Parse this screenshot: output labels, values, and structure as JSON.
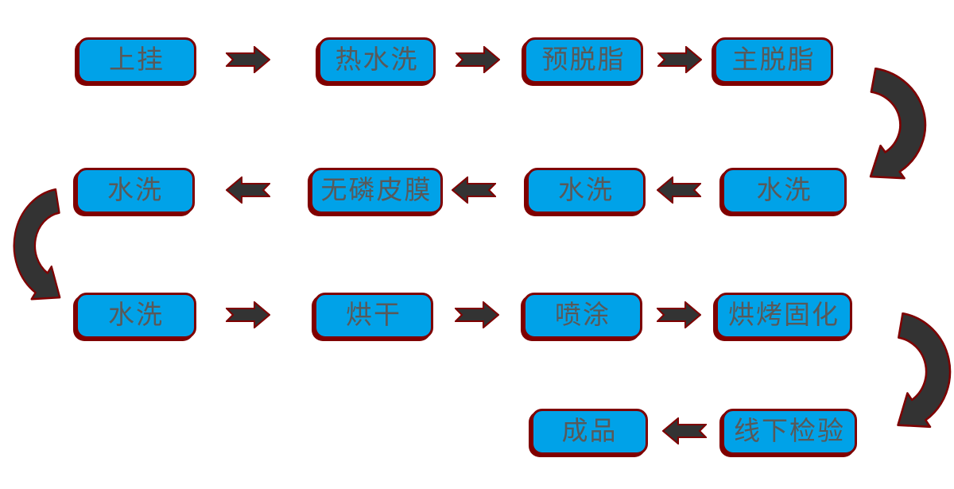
{
  "diagram_type": "process-flowchart",
  "colors": {
    "background": "#FFFFFF",
    "node_fill": "#00A2E8",
    "node_border": "#7F0000",
    "node_text": "#595959",
    "arrow_fill": "#333333",
    "arrow_outline": "#7F0000"
  },
  "nodes": [
    {
      "label": "上挂"
    },
    {
      "label": "热水洗"
    },
    {
      "label": "预脱脂"
    },
    {
      "label": "主脱脂"
    },
    {
      "label": "水洗"
    },
    {
      "label": "水洗"
    },
    {
      "label": "无磷皮膜"
    },
    {
      "label": "水洗"
    },
    {
      "label": "水洗"
    },
    {
      "label": "烘干"
    },
    {
      "label": "喷涂"
    },
    {
      "label": "烘烤固化"
    },
    {
      "label": "线下检验"
    },
    {
      "label": "成品"
    }
  ],
  "flow_sequence": [
    "上挂",
    "热水洗",
    "预脱脂",
    "主脱脂",
    "水洗",
    "水洗",
    "无磷皮膜",
    "水洗",
    "水洗",
    "烘干",
    "喷涂",
    "烘烤固化",
    "线下检验",
    "成品"
  ],
  "connections": [
    {
      "from": "上挂",
      "to": "热水洗"
    },
    {
      "from": "热水洗",
      "to": "预脱脂"
    },
    {
      "from": "预脱脂",
      "to": "主脱脂"
    },
    {
      "from": "主脱脂",
      "to": "水洗"
    },
    {
      "from": "水洗",
      "to": "水洗"
    },
    {
      "from": "水洗",
      "to": "无磷皮膜"
    },
    {
      "from": "无磷皮膜",
      "to": "水洗"
    },
    {
      "from": "水洗",
      "to": "水洗"
    },
    {
      "from": "水洗",
      "to": "烘干"
    },
    {
      "from": "烘干",
      "to": "喷涂"
    },
    {
      "from": "喷涂",
      "to": "烘烤固化"
    },
    {
      "from": "烘烤固化",
      "to": "线下检验"
    },
    {
      "from": "线下检验",
      "to": "成品"
    }
  ]
}
